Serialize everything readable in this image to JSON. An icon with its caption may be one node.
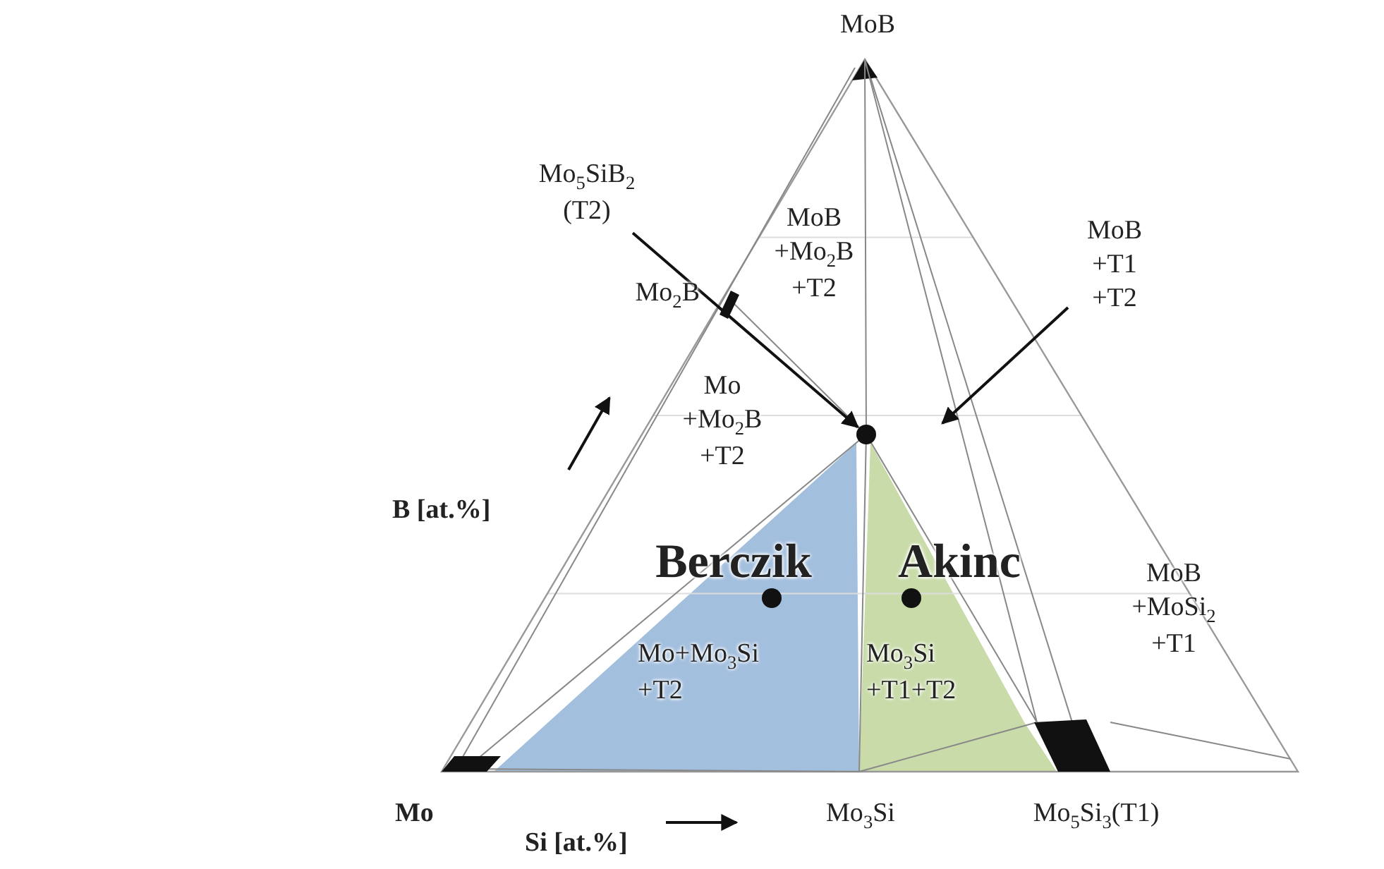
{
  "diagram": {
    "nodes": [
      {
        "text": [
          "Mo$_{5}$SiB$_{2}$ (T2)"
        ]
      },
      {
        "text": [],
        "shape": "circle"
      },
      {
        "text": [
          "MoB +T1 +T2"
        ]
      },
      {
        "text": [],
        "shape": "triangle"
      }
    ],
    "edges": [
      {
        "from": 0,
        "to": 1,
        "arrow": "to"
      },
      {
        "from": 2,
        "to": 3,
        "arrow": "to"
      }
    ],
    "labels": [
      "MoB",
      "Mo$_{2}$B",
      "MoB +Mo$_{2}$B +T2",
      "Mo +Mo$_{2}$B +T2",
      "B [at.%]",
      "Berczik",
      "Akinc",
      "MoB +MoSi$_{2}$ +T1",
      "Mo+Mo$_{3}$Si +T2",
      "Mo$_{3}$Si +T1+T2",
      "Mo",
      "Mo$_{3}$Si",
      "Mo$_{5}$Si$_{3}$(T1)",
      "Si [at.%]"
    ]
  }
}
